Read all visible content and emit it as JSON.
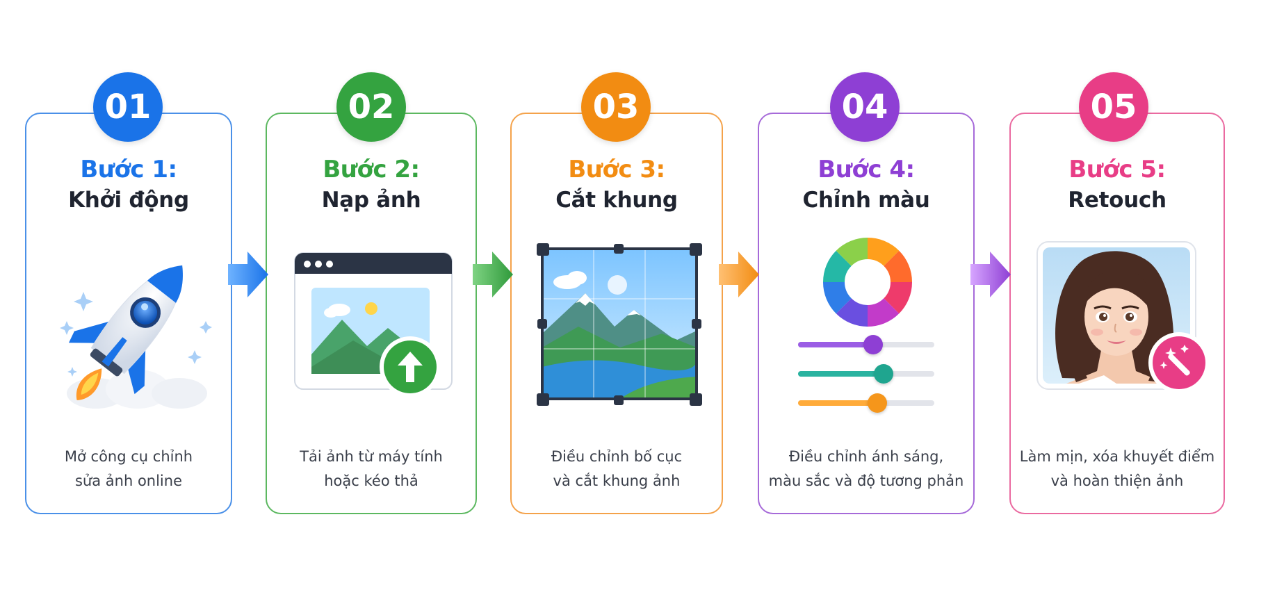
{
  "steps": [
    {
      "number": "01",
      "title": "Bước 1:",
      "name": "Khởi động",
      "desc_line1": "Mở công cụ chỉnh",
      "desc_line2": "sửa ảnh online",
      "color": "#1a73e8",
      "icon": "rocket-icon"
    },
    {
      "number": "02",
      "title": "Bước 2:",
      "name": "Nạp ảnh",
      "desc_line1": "Tải ảnh từ máy tính",
      "desc_line2": "hoặc kéo thả",
      "color": "#34a340",
      "icon": "upload-icon"
    },
    {
      "number": "03",
      "title": "Bước 3:",
      "name": "Cắt khung",
      "desc_line1": "Điều chỉnh bố cục",
      "desc_line2": "và cắt khung ảnh",
      "color": "#f28c12",
      "icon": "crop-icon"
    },
    {
      "number": "04",
      "title": "Bước 4:",
      "name": "Chỉnh màu",
      "desc_line1": "Điều chỉnh ánh sáng,",
      "desc_line2": "màu sắc và độ tương phản",
      "color": "#8e3fd4",
      "icon": "color-wheel-icon",
      "sliders": [
        0.55,
        0.63,
        0.58
      ]
    },
    {
      "number": "05",
      "title": "Bước 5:",
      "name": "Retouch",
      "desc_line1": "Làm mịn, xóa khuyết điểm",
      "desc_line2": "và hoàn thiện ảnh",
      "color": "#e83d86",
      "icon": "magic-wand-icon"
    }
  ]
}
